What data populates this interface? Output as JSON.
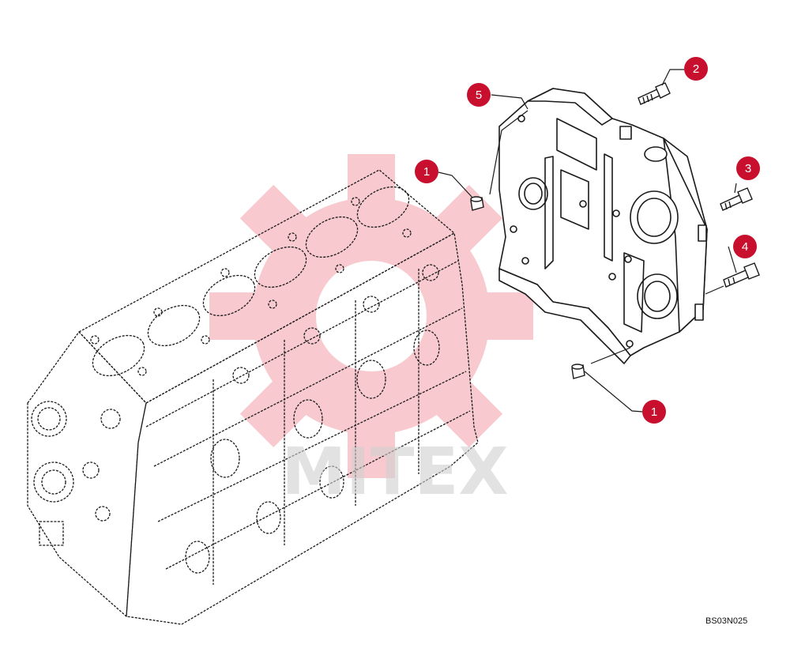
{
  "diagram": {
    "drawing_code": "BS03N025",
    "watermark_text": "MITEX",
    "callouts": [
      {
        "id": "callout-5",
        "label": "5"
      },
      {
        "id": "callout-2",
        "label": "2"
      },
      {
        "id": "callout-1-top",
        "label": "1"
      },
      {
        "id": "callout-3",
        "label": "3"
      },
      {
        "id": "callout-4",
        "label": "4"
      },
      {
        "id": "callout-1-bottom",
        "label": "1"
      }
    ],
    "colors": {
      "callout": "#c8102e",
      "line": "#1a1a1a",
      "watermark_gear": "#f3a0a8",
      "watermark_text": "#cfcfcf"
    }
  }
}
